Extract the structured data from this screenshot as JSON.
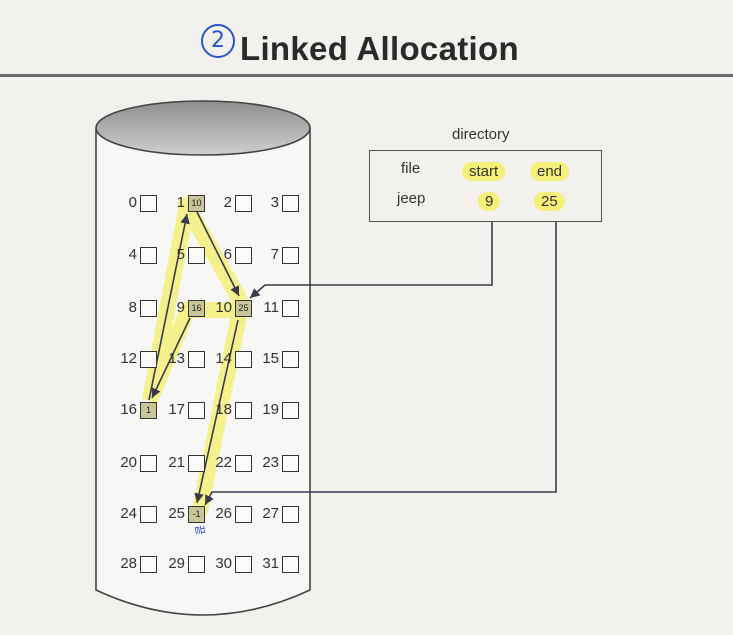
{
  "title": "Linked Allocation",
  "title_marker": "2",
  "directory": {
    "caption": "directory",
    "headers": [
      "file",
      "start",
      "end"
    ],
    "row": {
      "file": "jeep",
      "start": "9",
      "end": "25"
    }
  },
  "blocks": [
    {
      "n": "0"
    },
    {
      "n": "1",
      "value": "10"
    },
    {
      "n": "2"
    },
    {
      "n": "3"
    },
    {
      "n": "4"
    },
    {
      "n": "5"
    },
    {
      "n": "6"
    },
    {
      "n": "7"
    },
    {
      "n": "8"
    },
    {
      "n": "9",
      "value": "16"
    },
    {
      "n": "10",
      "value": "25"
    },
    {
      "n": "11"
    },
    {
      "n": "12"
    },
    {
      "n": "13"
    },
    {
      "n": "14"
    },
    {
      "n": "15"
    },
    {
      "n": "16",
      "value": "1"
    },
    {
      "n": "17"
    },
    {
      "n": "18"
    },
    {
      "n": "19"
    },
    {
      "n": "20"
    },
    {
      "n": "21"
    },
    {
      "n": "22"
    },
    {
      "n": "23"
    },
    {
      "n": "24"
    },
    {
      "n": "25",
      "value": "-1"
    },
    {
      "n": "26"
    },
    {
      "n": "27"
    },
    {
      "n": "28"
    },
    {
      "n": "29"
    },
    {
      "n": "30"
    },
    {
      "n": "31"
    }
  ],
  "handwritten_note": "끝",
  "colors": {
    "highlight": "#f4f07a",
    "pen": "#2a55c8",
    "line": "#3a3a4a"
  }
}
